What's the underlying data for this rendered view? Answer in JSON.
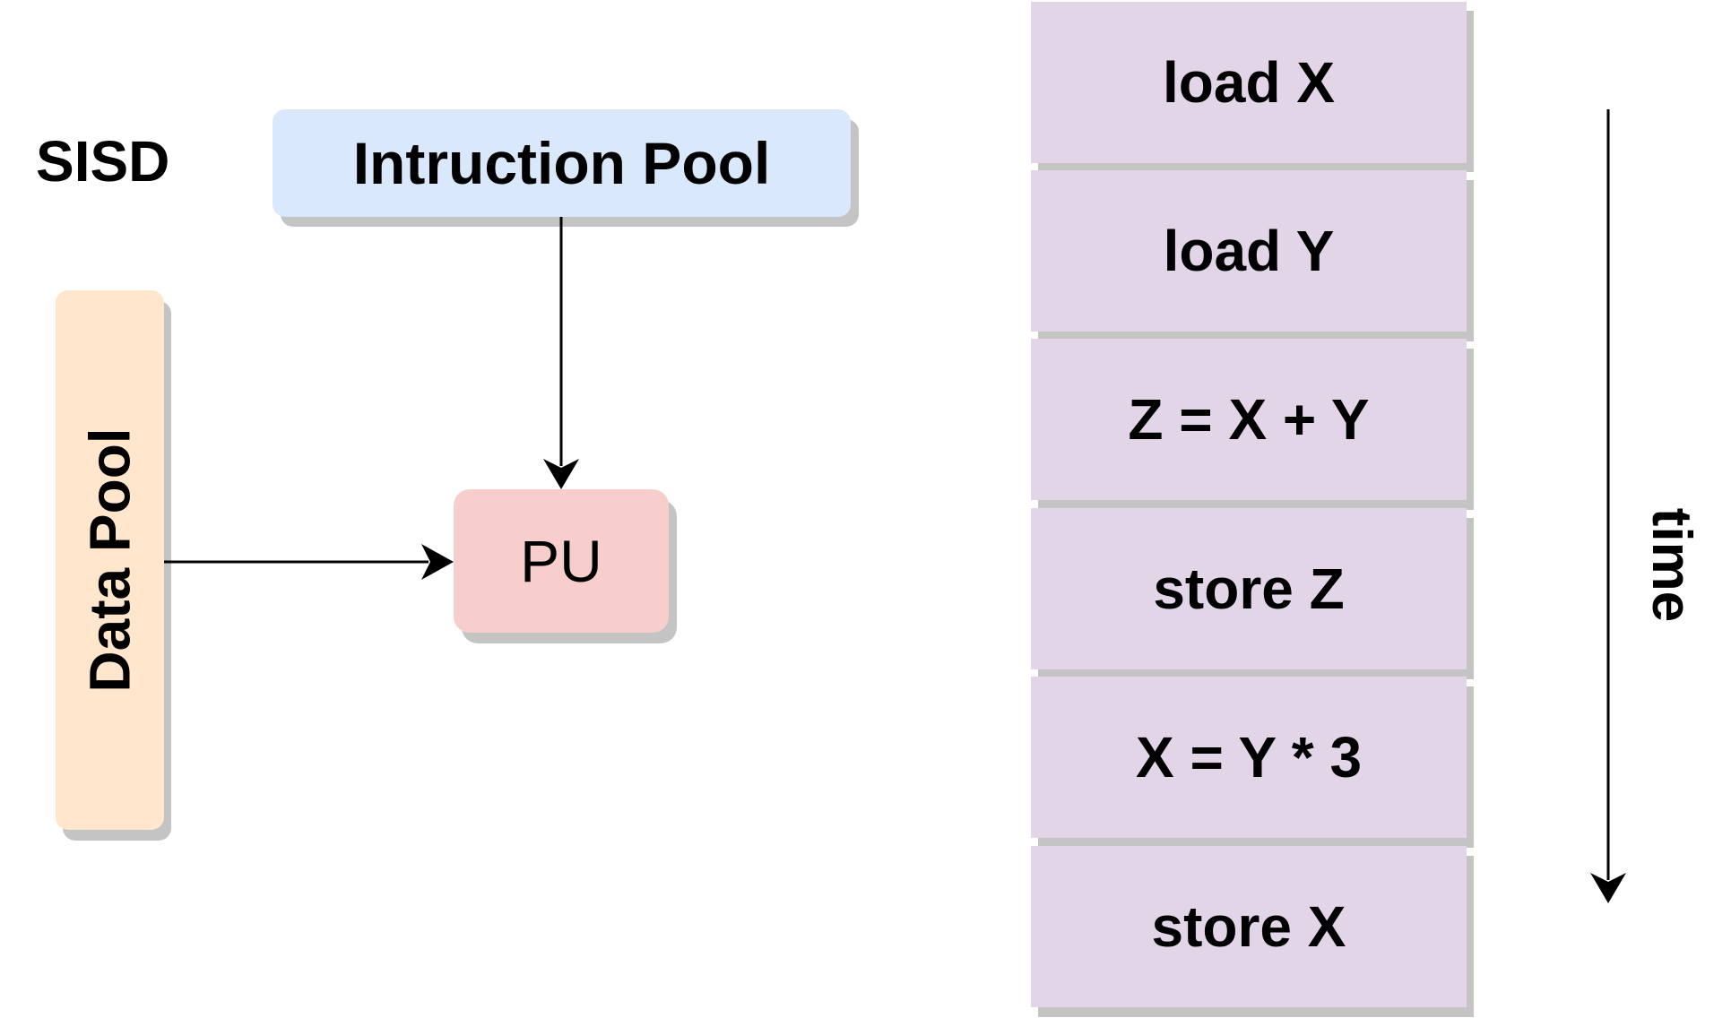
{
  "title": "SISD",
  "instruction_pool": {
    "label": "Intruction Pool"
  },
  "data_pool": {
    "label": "Data Pool"
  },
  "processing_unit": {
    "label": "PU"
  },
  "instruction_sequence": [
    {
      "label": "load X"
    },
    {
      "label": "load Y"
    },
    {
      "label": "Z = X + Y"
    },
    {
      "label": "store Z"
    },
    {
      "label": "X = Y * 3"
    },
    {
      "label": "store X"
    }
  ],
  "time_axis": {
    "label": "time"
  },
  "colors": {
    "instruction_pool_fill": "#dae8fc",
    "data_pool_fill": "#ffe6cc",
    "pu_fill": "#f8cecc",
    "step_fill": "#e1d5e7",
    "shadow": "#c4c4c4",
    "line": "#000000"
  }
}
